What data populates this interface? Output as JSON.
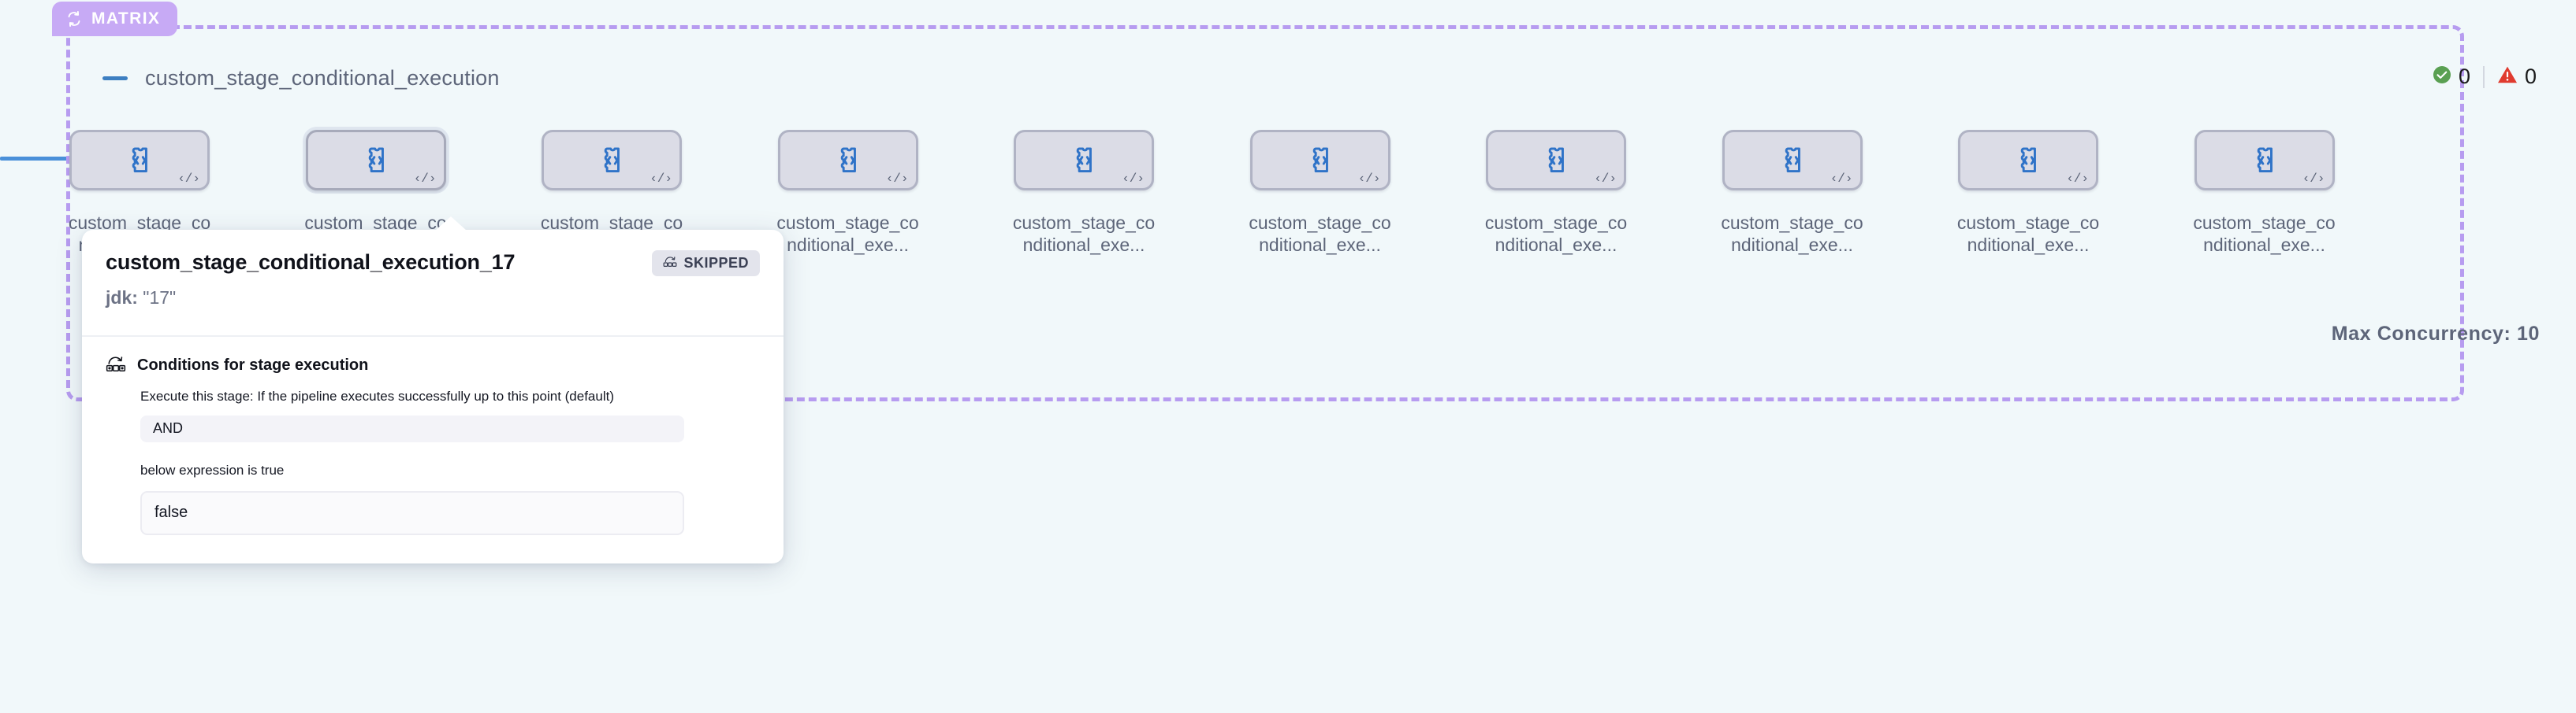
{
  "matrix": {
    "badge_label": "MATRIX",
    "badge_icon": "loop-icon",
    "badge_color": "#c7aaf5",
    "border_color": "#b79cf0",
    "group_title": "custom_stage_conditional_execution",
    "collapse_icon": "minus-icon",
    "max_concurrency_label": "Max Concurrency: 10"
  },
  "status": {
    "success_icon": "check-circle-icon",
    "success_count": "0",
    "warning_icon": "warning-triangle-icon",
    "warning_count": "0",
    "success_color": "#5aa052",
    "warning_color": "#e03b2f"
  },
  "nodes": [
    {
      "label": "custom_stage_conditional_exe...",
      "icon": "puzzle-code-icon",
      "corner_icon": "code-icon",
      "selected": false
    },
    {
      "label": "custom_stage_conditional_exe...",
      "icon": "puzzle-code-icon",
      "corner_icon": "code-icon",
      "selected": true
    },
    {
      "label": "custom_stage_conditional_exe...",
      "icon": "puzzle-code-icon",
      "corner_icon": "code-icon",
      "selected": false
    },
    {
      "label": "custom_stage_conditional_exe...",
      "icon": "puzzle-code-icon",
      "corner_icon": "code-icon",
      "selected": false
    },
    {
      "label": "custom_stage_conditional_exe...",
      "icon": "puzzle-code-icon",
      "corner_icon": "code-icon",
      "selected": false
    },
    {
      "label": "custom_stage_conditional_exe...",
      "icon": "puzzle-code-icon",
      "corner_icon": "code-icon",
      "selected": false
    },
    {
      "label": "custom_stage_conditional_exe...",
      "icon": "puzzle-code-icon",
      "corner_icon": "code-icon",
      "selected": false
    },
    {
      "label": "custom_stage_conditional_exe...",
      "icon": "puzzle-code-icon",
      "corner_icon": "code-icon",
      "selected": false
    },
    {
      "label": "custom_stage_conditional_exe...",
      "icon": "puzzle-code-icon",
      "corner_icon": "code-icon",
      "selected": false
    },
    {
      "label": "custom_stage_conditional_exe...",
      "icon": "puzzle-code-icon",
      "corner_icon": "code-icon",
      "selected": false
    }
  ],
  "tooltip": {
    "title": "custom_stage_conditional_execution_17",
    "status_badge": "SKIPPED",
    "status_badge_icon": "skip-steps-icon",
    "param_key": "jdk:",
    "param_value": "\"17\"",
    "section_icon": "skip-steps-icon",
    "section_title": "Conditions for stage execution",
    "description": "Execute this stage: If the pipeline executes successfully up to this point (default)",
    "operator": "AND",
    "note": "below expression is true",
    "expression": "false"
  }
}
